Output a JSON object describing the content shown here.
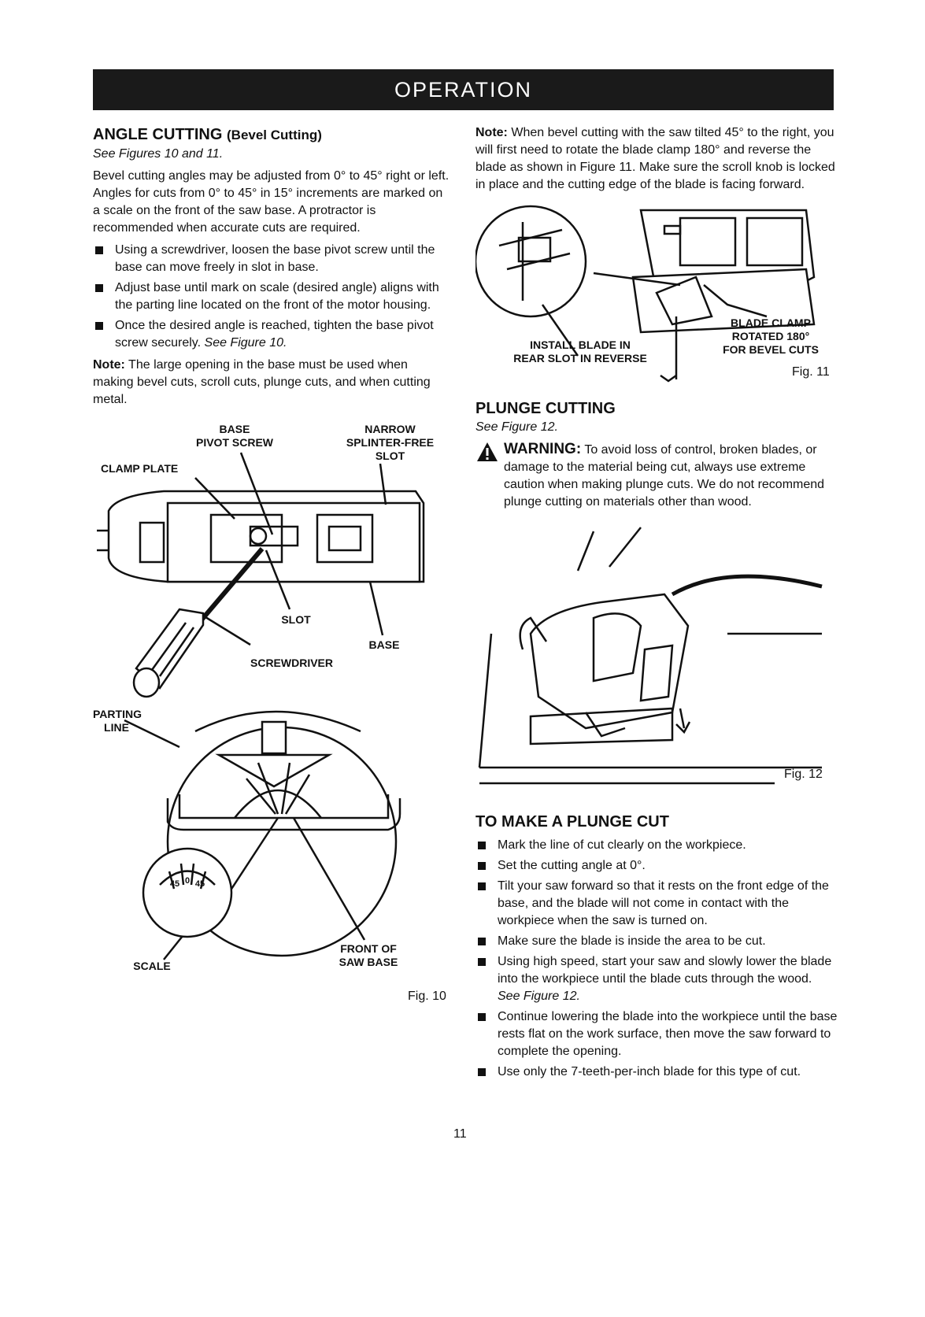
{
  "header": {
    "title": "OPERATION"
  },
  "angle": {
    "heading": "ANGLE CUTTING",
    "heading_sub": "(Bevel Cutting)",
    "see": "See Figures 10 and 11.",
    "intro": "Bevel cutting angles may be adjusted from 0° to 45° right or left. Angles for cuts from 0° to 45° in 15° increments are marked on a scale on the front of the saw base. A protractor is recommended when accurate cuts are required.",
    "bullets": [
      "Using a screwdriver, loosen the base pivot screw until the base can move freely in slot in base.",
      "Adjust base until mark on scale (desired angle) aligns with the parting line located on the front of the motor housing."
    ],
    "bullet3_text": "Once the desired angle is reached, tighten the base pivot screw securely.",
    "bullet3_ref": "See Figure 10.",
    "note_label": "Note:",
    "note_text": "The large opening in the base must be used when making bevel cuts, scroll cuts, plunge cuts, and when cutting metal."
  },
  "fig10": {
    "label_base_pivot": "BASE\nPIVOT SCREW",
    "label_narrow": "NARROW\nSPLINTER-FREE\nSLOT",
    "label_clamp": "CLAMP PLATE",
    "label_slot": "SLOT",
    "label_base": "BASE",
    "label_screwdriver": "SCREWDRIVER",
    "label_parting": "PARTING\nLINE",
    "label_front": "FRONT OF\nSAW BASE",
    "label_scale": "SCALE",
    "scale_left": "45",
    "scale_mid": "0",
    "scale_right": "45",
    "caption": "Fig. 10"
  },
  "bevel_note": {
    "label": "Note:",
    "text": "When bevel cutting with the saw tilted 45° to the right, you will first need to rotate the blade clamp 180° and reverse the blade as shown in Figure 11. Make sure the scroll knob is locked in place and the cutting edge of the blade is facing forward."
  },
  "fig11": {
    "label_install": "INSTALL BLADE IN\nREAR SLOT IN REVERSE",
    "label_clamp": "BLADE CLAMP\nROTATED 180°\nFOR BEVEL CUTS",
    "caption": "Fig. 11"
  },
  "plunge": {
    "heading": "PLUNGE CUTTING",
    "see": "See Figure 12.",
    "warning_label": "WARNING:",
    "warning_text": "To avoid loss of control, broken blades, or damage to the material being cut, always use extreme caution when making plunge cuts. We do not recommend plunge cutting on materials other than wood."
  },
  "fig12": {
    "caption": "Fig. 12"
  },
  "make": {
    "heading": "TO MAKE A PLUNGE CUT",
    "bullets": [
      "Mark the line of cut clearly on the workpiece.",
      "Set the cutting angle at 0°.",
      "Tilt your saw forward so that it rests on the front edge of the base, and the blade will not come in contact with the workpiece when the saw is turned on.",
      "Make sure the blade is inside the area to be cut."
    ],
    "bullet5_text": "Using high speed, start your saw and slowly lower the blade into the workpiece until the blade cuts through the wood.",
    "bullet5_ref": "See Figure 12.",
    "bullets_end": [
      "Continue lowering the blade into the workpiece until the base rests flat on the work surface, then move the saw forward to complete the opening.",
      "Use only the 7-teeth-per-inch blade for this type of cut."
    ]
  },
  "page": {
    "number": "11"
  }
}
